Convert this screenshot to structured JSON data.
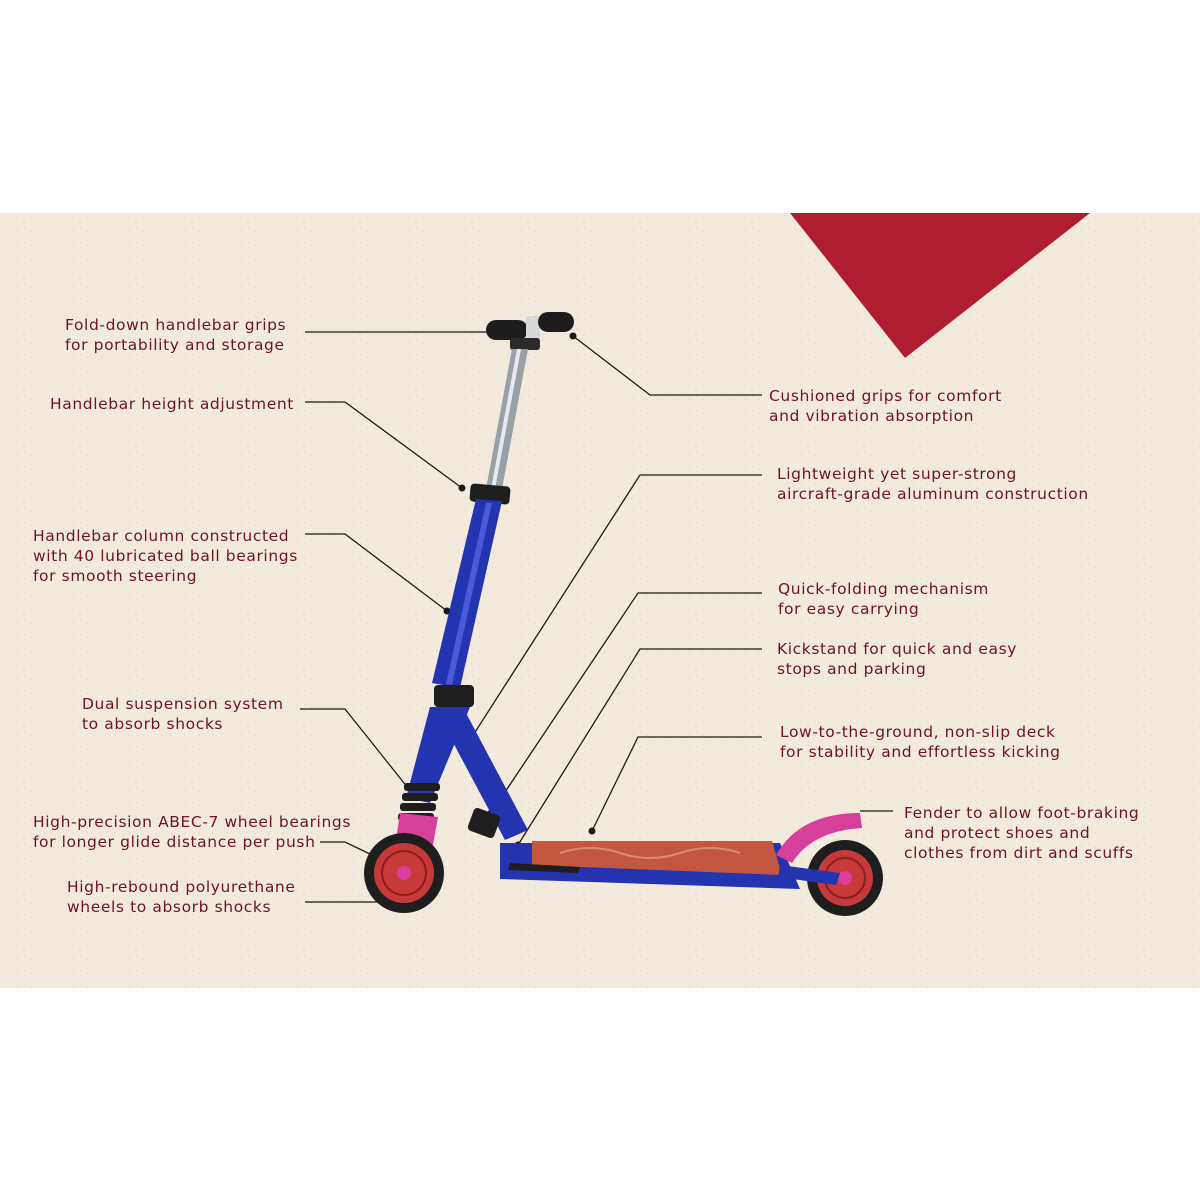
{
  "colors": {
    "background": "#f2ebdd",
    "accent_red": "#b01c30",
    "text": "#6e1320",
    "scooter_blue": "#2433b0",
    "accent_pink": "#d6409a",
    "wheel_red": "#c83a3a"
  },
  "callouts": [
    {
      "id": "fold-grips",
      "lines": [
        "Fold-down handlebar grips",
        "for portability and storage"
      ]
    },
    {
      "id": "height-adjust",
      "lines": [
        "Handlebar height adjustment"
      ]
    },
    {
      "id": "column",
      "lines": [
        "Handlebar column constructed",
        "with 40 lubricated ball bearings",
        "for smooth steering"
      ]
    },
    {
      "id": "suspension",
      "lines": [
        "Dual suspension system",
        "to absorb shocks"
      ]
    },
    {
      "id": "bearings",
      "lines": [
        "High-precision ABEC-7 wheel bearings",
        "for longer glide distance per push"
      ]
    },
    {
      "id": "wheels",
      "lines": [
        "High-rebound polyurethane",
        "wheels to absorb shocks"
      ]
    },
    {
      "id": "cushioned-grips",
      "lines": [
        "Cushioned grips for comfort",
        "and vibration absorption"
      ]
    },
    {
      "id": "aluminum",
      "lines": [
        "Lightweight yet super-strong",
        "aircraft-grade aluminum construction"
      ]
    },
    {
      "id": "folding",
      "lines": [
        "Quick-folding mechanism",
        "for easy carrying"
      ]
    },
    {
      "id": "kickstand",
      "lines": [
        "Kickstand for quick and easy",
        "stops and parking"
      ]
    },
    {
      "id": "deck",
      "lines": [
        "Low-to-the-ground, non-slip deck",
        "for stability and effortless kicking"
      ]
    },
    {
      "id": "fender",
      "lines": [
        "Fender to allow foot-braking",
        "and protect shoes and",
        "clothes from dirt and scuffs"
      ]
    }
  ]
}
